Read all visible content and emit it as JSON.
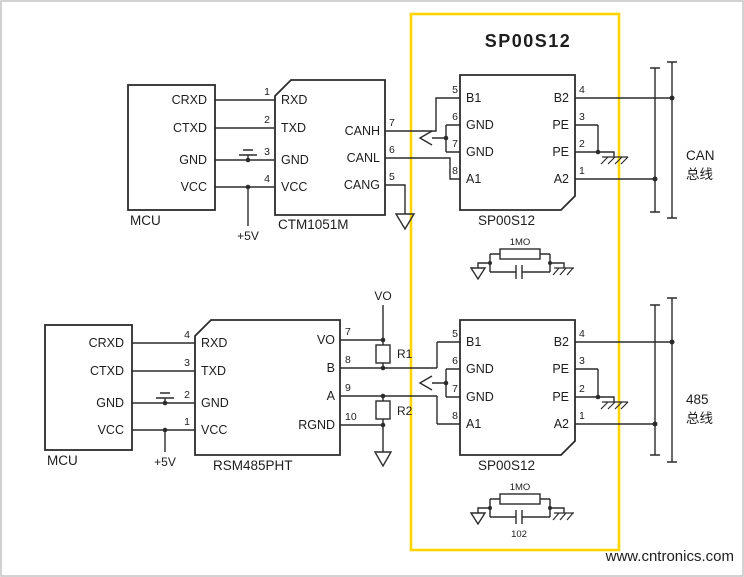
{
  "colors": {
    "highlight_box": "#FFD400",
    "highlight_text": "#00AFD8",
    "watermark": "#A9C6A9"
  },
  "highlight_label": "SP00S12",
  "watermark_text": "www.cntronics.com",
  "can": {
    "mcu": {
      "name": "MCU",
      "pins": [
        "CRXD",
        "CTXD",
        "GND",
        "VCC"
      ]
    },
    "power": "+5V",
    "transceiver": {
      "name": "CTM1051M",
      "left_pins": [
        {
          "num": "1",
          "label": "RXD"
        },
        {
          "num": "2",
          "label": "TXD"
        },
        {
          "num": "3",
          "label": "GND"
        },
        {
          "num": "4",
          "label": "VCC"
        }
      ],
      "right_pins": [
        {
          "num": "7",
          "label": "CANH"
        },
        {
          "num": "6",
          "label": "CANL"
        },
        {
          "num": "5",
          "label": "CANG"
        }
      ]
    },
    "isolator": {
      "name": "SP00S12",
      "left_pins": [
        {
          "num": "5",
          "label": "B1"
        },
        {
          "num": "6",
          "label": "GND"
        },
        {
          "num": "7",
          "label": "GND"
        },
        {
          "num": "8",
          "label": "A1"
        }
      ],
      "right_pins": [
        {
          "num": "4",
          "label": "B2"
        },
        {
          "num": "3",
          "label": "PE"
        },
        {
          "num": "2",
          "label": "PE"
        },
        {
          "num": "1",
          "label": "A2"
        }
      ]
    },
    "rc": {
      "resistor": "1MO"
    },
    "bus": {
      "line1": "CAN",
      "line2": "总线"
    }
  },
  "rs485": {
    "mcu": {
      "name": "MCU",
      "pins": [
        "CRXD",
        "CTXD",
        "GND",
        "VCC"
      ]
    },
    "power": "+5V",
    "transceiver": {
      "name": "RSM485PHT",
      "left_pins": [
        {
          "num": "4",
          "label": "RXD"
        },
        {
          "num": "3",
          "label": "TXD"
        },
        {
          "num": "2",
          "label": "GND"
        },
        {
          "num": "1",
          "label": "VCC"
        }
      ],
      "right_pins": [
        {
          "num": "7",
          "label": "VO"
        },
        {
          "num": "8",
          "label": "B"
        },
        {
          "num": "9",
          "label": "A"
        },
        {
          "num": "10",
          "label": "RGND"
        }
      ]
    },
    "isolator": {
      "name": "SP00S12",
      "left_pins": [
        {
          "num": "5",
          "label": "B1"
        },
        {
          "num": "6",
          "label": "GND"
        },
        {
          "num": "7",
          "label": "GND"
        },
        {
          "num": "8",
          "label": "A1"
        }
      ],
      "right_pins": [
        {
          "num": "4",
          "label": "B2"
        },
        {
          "num": "3",
          "label": "PE"
        },
        {
          "num": "2",
          "label": "PE"
        },
        {
          "num": "1",
          "label": "A2"
        }
      ]
    },
    "net_labels": {
      "vo": "VO",
      "r1": "R1",
      "r2": "R2"
    },
    "rc": {
      "resistor": "1MO",
      "capacitor": "102"
    },
    "bus": {
      "line1": "485",
      "line2": "总线"
    }
  }
}
